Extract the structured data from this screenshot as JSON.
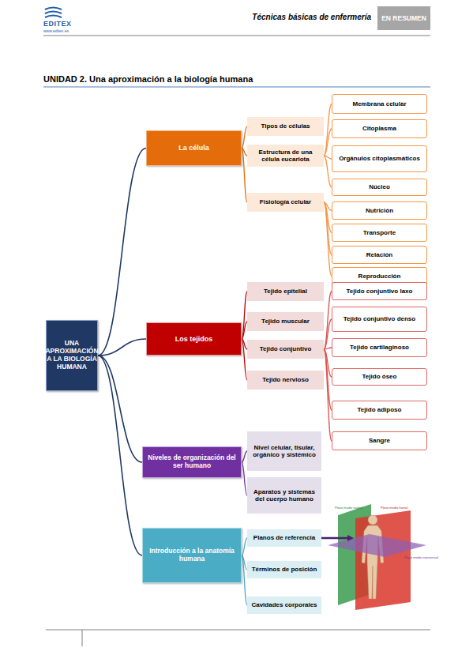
{
  "diagram": {
    "title": "UNIDAD 2. Una aproximación a la biología humana",
    "nodes": [
      {
        "text": [
          "UNA APROXIMACIÓN A LA BIOLOGÍA HUMANA"
        ]
      },
      {
        "text": [
          "La célula"
        ]
      },
      {
        "text": [
          "Tipos de células"
        ]
      },
      {
        "text": [
          "Estructura de una célula eucariota"
        ]
      },
      {
        "text": [
          "Membrana celular"
        ]
      },
      {
        "text": [
          "Citoplasma"
        ]
      },
      {
        "text": [
          "Orgánulos citoplasmáticos"
        ]
      },
      {
        "text": [
          "Núcleo"
        ]
      },
      {
        "text": [
          "Fisiología celular"
        ]
      },
      {
        "text": [
          "Nutrición"
        ]
      },
      {
        "text": [
          "Transporte"
        ]
      },
      {
        "text": [
          "Relación"
        ]
      },
      {
        "text": [
          "Reproducción"
        ]
      },
      {
        "text": [
          "Los tejidos"
        ]
      },
      {
        "text": [
          "Tejido epitelial"
        ]
      },
      {
        "text": [
          "Tejido muscular"
        ]
      },
      {
        "text": [
          "Tejido conjuntivo"
        ]
      },
      {
        "text": [
          "Tejido nervioso"
        ]
      },
      {
        "text": [
          "Tejido conjuntivo laxo"
        ]
      },
      {
        "text": [
          "Tejido conjuntivo denso"
        ]
      },
      {
        "text": [
          "Tejido cartilaginoso"
        ]
      },
      {
        "text": [
          "Tejido óseo"
        ]
      },
      {
        "text": [
          "Tejido adiposo"
        ]
      },
      {
        "text": [
          "Sangre"
        ]
      },
      {
        "text": [
          "Niveles de organización del ser humano"
        ]
      },
      {
        "text": [
          "Nivel celular, tisular, orgánico y sistémico"
        ]
      },
      {
        "text": [
          "Aparatos y sistemas del cuerpo humano"
        ]
      },
      {
        "text": [
          "Introducción a la anatomía humana"
        ]
      },
      {
        "text": [
          "Planos de referencia"
        ]
      },
      {
        "text": [
          "Términos de posición"
        ]
      },
      {
        "text": [
          "Cavidades corporales"
        ]
      }
    ],
    "edges": [
      {
        "from": 0,
        "to": 1,
        "arrow": "none"
      },
      {
        "from": 0,
        "to": 13,
        "arrow": "none"
      },
      {
        "from": 0,
        "to": 24,
        "arrow": "none"
      },
      {
        "from": 0,
        "to": 27,
        "arrow": "none"
      },
      {
        "from": 1,
        "to": 2,
        "arrow": "none"
      },
      {
        "from": 1,
        "to": 3,
        "arrow": "none"
      },
      {
        "from": 1,
        "to": 8,
        "arrow": "none"
      },
      {
        "from": 3,
        "to": 4,
        "arrow": "none"
      },
      {
        "from": 3,
        "to": 5,
        "arrow": "none"
      },
      {
        "from": 3,
        "to": 6,
        "arrow": "none"
      },
      {
        "from": 3,
        "to": 7,
        "arrow": "none"
      },
      {
        "from": 8,
        "to": 9,
        "arrow": "none"
      },
      {
        "from": 8,
        "to": 10,
        "arrow": "none"
      },
      {
        "from": 8,
        "to": 11,
        "arrow": "none"
      },
      {
        "from": 8,
        "to": 12,
        "arrow": "none"
      },
      {
        "from": 13,
        "to": 14,
        "arrow": "none"
      },
      {
        "from": 13,
        "to": 15,
        "arrow": "none"
      },
      {
        "from": 13,
        "to": 16,
        "arrow": "none"
      },
      {
        "from": 13,
        "to": 17,
        "arrow": "none"
      },
      {
        "from": 16,
        "to": 18,
        "arrow": "none"
      },
      {
        "from": 16,
        "to": 19,
        "arrow": "none"
      },
      {
        "from": 16,
        "to": 20,
        "arrow": "none"
      },
      {
        "from": 16,
        "to": 21,
        "arrow": "none"
      },
      {
        "from": 16,
        "to": 22,
        "arrow": "none"
      },
      {
        "from": 16,
        "to": 23,
        "arrow": "none"
      },
      {
        "from": 24,
        "to": 25,
        "arrow": "none"
      },
      {
        "from": 24,
        "to": 26,
        "arrow": "none"
      },
      {
        "from": 27,
        "to": 28,
        "arrow": "none"
      },
      {
        "from": 27,
        "to": 29,
        "arrow": "none"
      },
      {
        "from": 27,
        "to": 30,
        "arrow": "none"
      }
    ],
    "labels": [
      "EDITEX",
      "www.editex.es",
      "Técnicas básicas de enfermería",
      "EN RESUMEN",
      "Plano medio sagital",
      "Plano medio frontal",
      "Plano medio transversal"
    ]
  }
}
